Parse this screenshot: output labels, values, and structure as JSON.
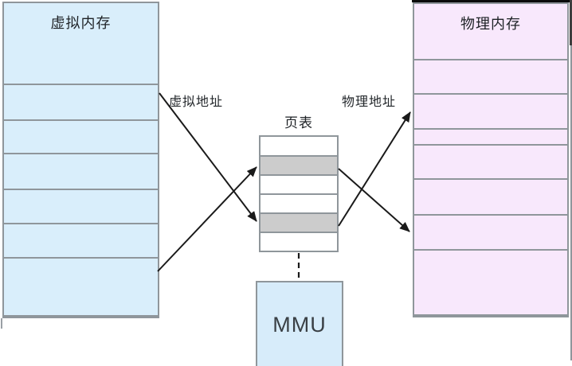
{
  "diagram": {
    "virtual_memory": {
      "title": "虚拟内存",
      "row_count": 7
    },
    "physical_memory": {
      "title": "物理内存",
      "row_count": 8
    },
    "page_table": {
      "title": "页表",
      "row_count": 6,
      "highlighted_row_indexes": [
        2,
        5
      ]
    },
    "mmu": {
      "label": "MMU"
    },
    "labels": {
      "virtual_address": "虚拟地址",
      "physical_address": "物理地址"
    },
    "colors": {
      "virtual_memory_fill": "#d9eefb",
      "physical_memory_fill": "#f8e8fc",
      "page_table_fill": "#ffffff",
      "page_table_highlight": "#cccccc",
      "mmu_fill": "#d7ecfa",
      "border": "#8f969b",
      "arrow": "#1a1a1a",
      "text": "#1e2226"
    }
  }
}
